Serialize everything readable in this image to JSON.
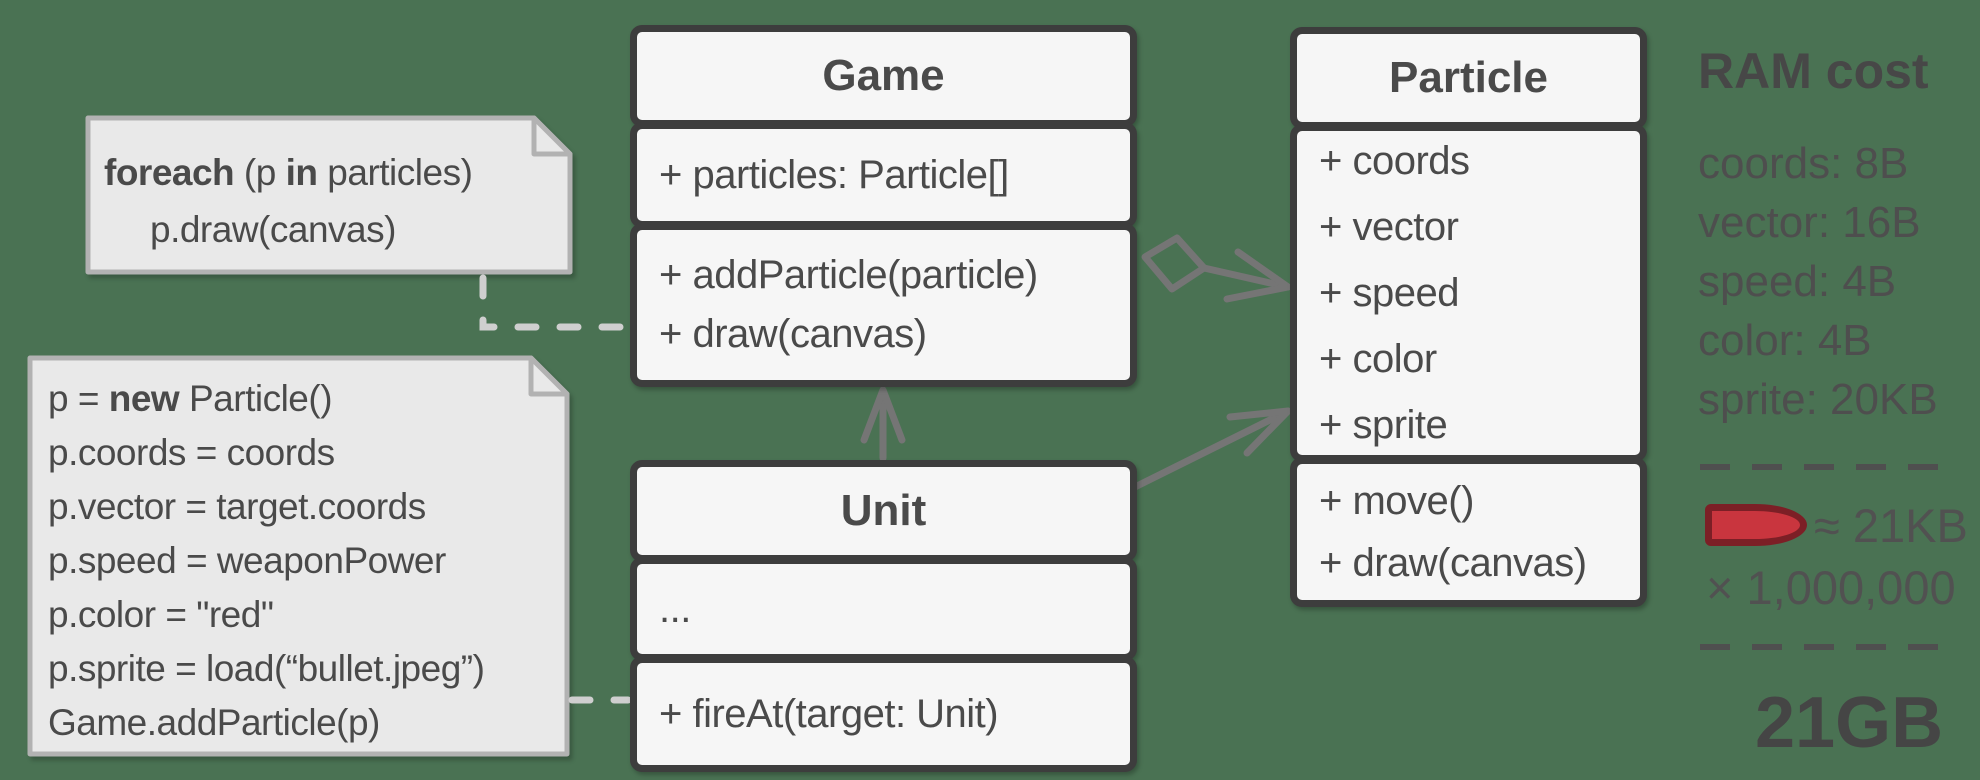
{
  "colors": {
    "background": "#4a7253",
    "box_fill": "#f6f6f6",
    "box_border": "#3d3d3d",
    "text": "#4a4a4a",
    "note_fill": "#e9e9e9",
    "note_border": "#b2b2b2",
    "connector": "#757575",
    "note_connector": "#cfcfcf",
    "divider": "#4f4f4f",
    "bullet_fill": "#c9353e",
    "bullet_border": "#7c1f26"
  },
  "classes": {
    "game": {
      "title": "Game",
      "attributes": [
        "+ particles: Particle[]"
      ],
      "methods": [
        "+ addParticle(particle)",
        "+ draw(canvas)"
      ]
    },
    "particle": {
      "title": "Particle",
      "attributes": [
        "+ coords",
        "+ vector",
        "+ speed",
        "+ color",
        "+ sprite"
      ],
      "methods": [
        "+ move()",
        "+ draw(canvas)"
      ]
    },
    "unit": {
      "title": "Unit",
      "attributes": [
        "..."
      ],
      "methods": [
        "+ fireAt(target: Unit)"
      ]
    }
  },
  "notes": {
    "loop_note": {
      "line1": {
        "parts": [
          "foreach",
          " (p ",
          "in",
          " particles)"
        ]
      },
      "line2": "p.draw(canvas)"
    },
    "code_note": {
      "line1": {
        "parts": [
          "p = ",
          "new",
          " Particle()"
        ]
      },
      "lines": [
        "p.coords = coords",
        "p.vector = target.coords",
        "p.speed = weaponPower",
        "p.color = \"red\"",
        "p.sprite = load(“bullet.jpeg”)",
        "Game.addParticle(p)"
      ]
    }
  },
  "ram_panel": {
    "heading": "RAM cost",
    "items": [
      "coords: 8B",
      "vector: 16B",
      "speed: 4B",
      "color: 4B",
      "sprite: 20KB"
    ],
    "per_bullet": "≈ 21KB",
    "multiplier": "× 1,000,000",
    "total": "21GB"
  }
}
